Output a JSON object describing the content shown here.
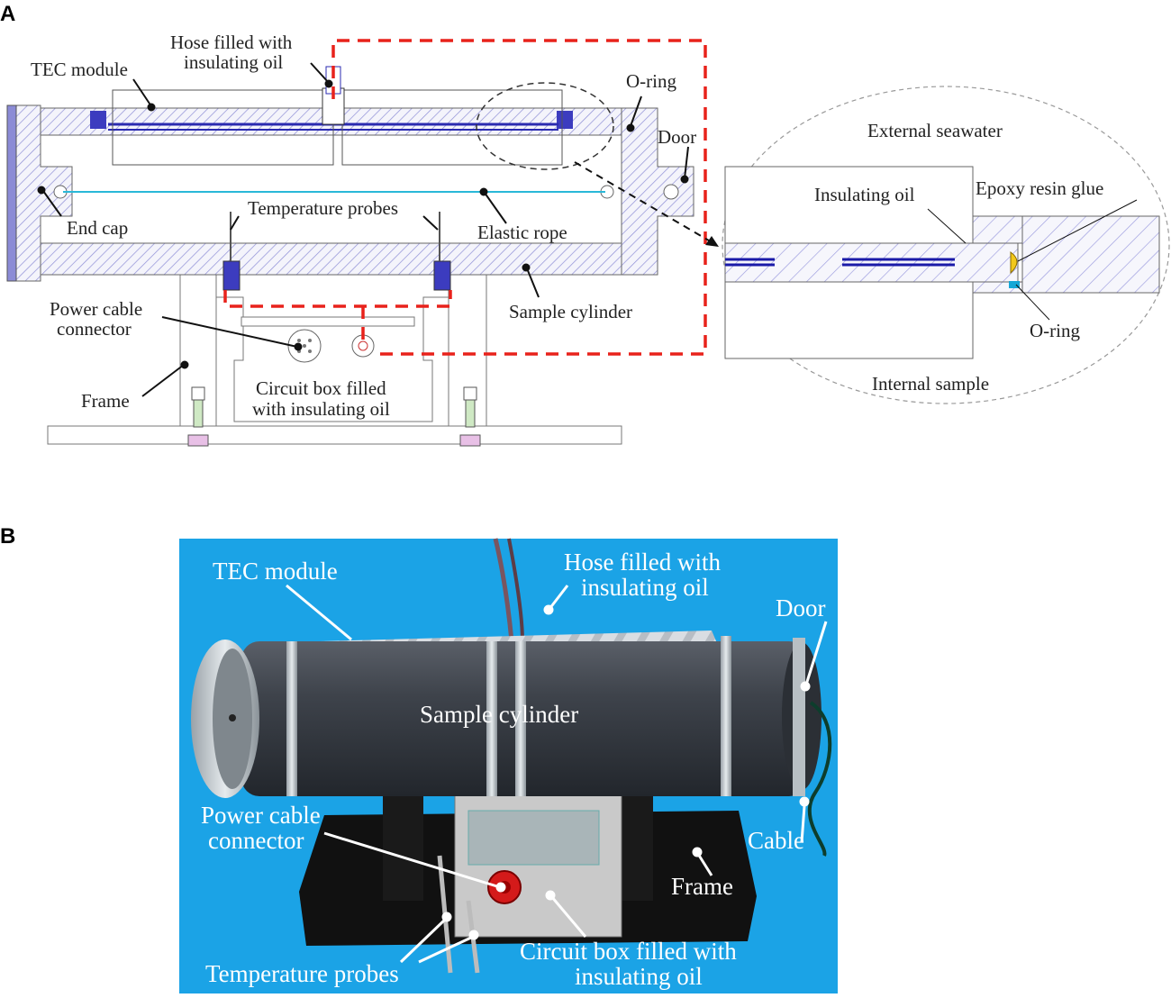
{
  "panel_a": {
    "letter": "A",
    "labels": {
      "tec_module": "TEC module",
      "hose_line1": "Hose filled with",
      "hose_line2": "insulating oil",
      "o_ring_top": "O-ring",
      "door": "Door",
      "end_cap": "End cap",
      "temperature_probes": "Temperature probes",
      "elastic_rope": "Elastic rope",
      "power_line1": "Power cable",
      "power_line2": "connector",
      "sample_cylinder": "Sample cylinder",
      "frame": "Frame",
      "circuit_line1": "Circuit box filled",
      "circuit_line2": "with insulating oil",
      "external_seawater": "External seawater",
      "insulating_oil": "Insulating oil",
      "epoxy": "Epoxy resin glue",
      "o_ring_detail": "O-ring",
      "internal_sample": "Internal  sample"
    }
  },
  "panel_b": {
    "letter": "B",
    "labels": {
      "tec_module": "TEC module",
      "hose_line1": "Hose filled with",
      "hose_line2": "insulating oil",
      "door": "Door",
      "sample_cylinder": "Sample cylinder",
      "power_line1": "Power cable",
      "power_line2": "connector",
      "cable": "Cable",
      "frame": "Frame",
      "circuit_line1": "Circuit box filled with",
      "circuit_line2": "insulating oil",
      "temperature_probes": "Temperature probes"
    }
  },
  "colors": {
    "photo_background": "#1ba3e6",
    "highlight_dashes": "#e8221b",
    "hatch": "#8f8fd6",
    "rope": "#2ab8d8"
  }
}
